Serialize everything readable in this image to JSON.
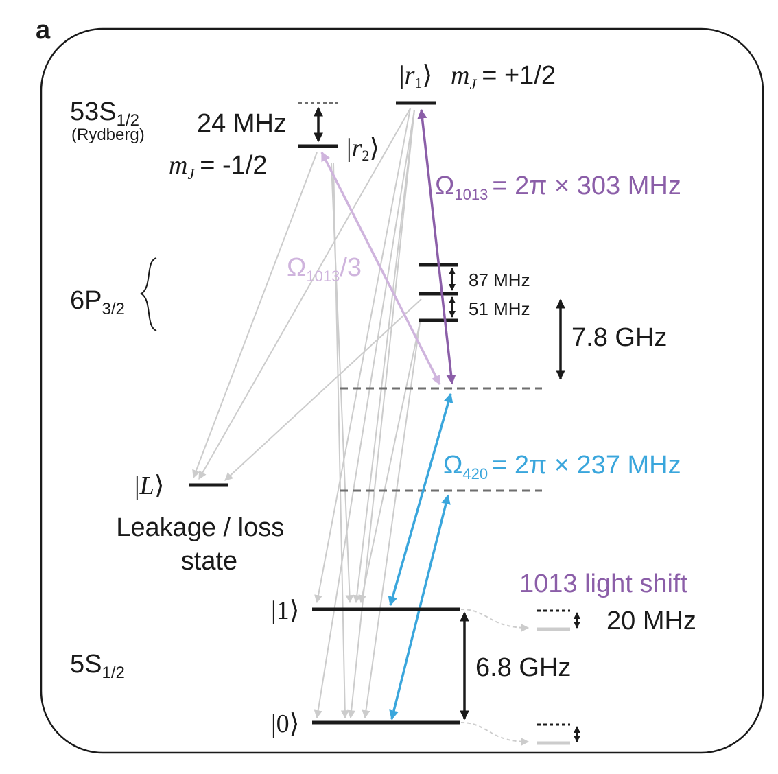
{
  "panel_label": "a",
  "levels": {
    "rydberg": {
      "name": "53S",
      "sub": "1/2",
      "note": "(Rydberg)",
      "splitting": "24 MHz",
      "r1": {
        "ket": "r",
        "ket_sub": "1",
        "mj": "m",
        "mj_sub": "J",
        "mj_value": "= +1/2"
      },
      "r2": {
        "ket": "r",
        "ket_sub": "2",
        "mj": "m",
        "mj_sub": "J",
        "mj_value": "= -1/2"
      }
    },
    "intermediate": {
      "name": "6P",
      "sub": "3/2",
      "split_upper": "87 MHz",
      "split_lower": "51 MHz",
      "detuning": "7.8 GHz"
    },
    "leakage": {
      "ket": "L",
      "caption_line1": "Leakage / loss",
      "caption_line2": "state"
    },
    "ground": {
      "name": "5S",
      "sub": "1/2",
      "ket1": "1",
      "ket0": "0",
      "splitting": "6.8 GHz",
      "light_shift_title": "1013 light shift",
      "light_shift_value": "20 MHz"
    }
  },
  "couplings": {
    "omega_1013": {
      "symbol": "Ω",
      "sub": "1013",
      "value": "= 2π × 303 MHz"
    },
    "omega_1013_weak": {
      "symbol": "Ω",
      "sub": "1013",
      "suffix": "/3"
    },
    "omega_420": {
      "symbol": "Ω",
      "sub": "420",
      "value": "= 2π × 237 MHz"
    }
  },
  "colors": {
    "purple": "#8b5ea8",
    "light_purple": "#cfb4dd",
    "blue": "#3aa6dc",
    "gray": "#cccccc",
    "dash_gray": "#6e6e6e",
    "black": "#1a1a1a"
  }
}
